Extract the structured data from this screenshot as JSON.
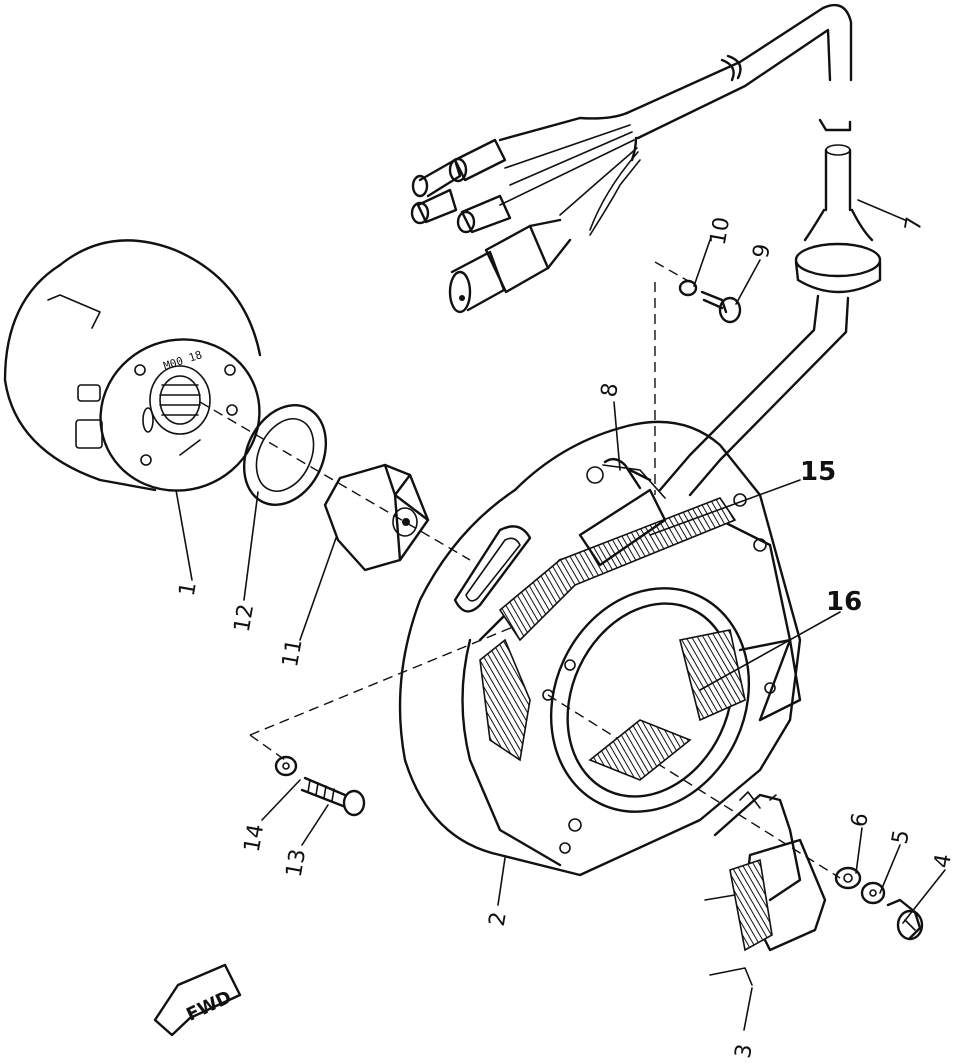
{
  "diagram": {
    "stamp_text": "M00 18",
    "direction_label": "FWD",
    "parts": [
      {
        "id": "1",
        "label": "1"
      },
      {
        "id": "2",
        "label": "2"
      },
      {
        "id": "3",
        "label": "3"
      },
      {
        "id": "4",
        "label": "4"
      },
      {
        "id": "5",
        "label": "5"
      },
      {
        "id": "6",
        "label": "6"
      },
      {
        "id": "7",
        "label": "7"
      },
      {
        "id": "8",
        "label": "8"
      },
      {
        "id": "9",
        "label": "9"
      },
      {
        "id": "10",
        "label": "10"
      },
      {
        "id": "11",
        "label": "11"
      },
      {
        "id": "12",
        "label": "12"
      },
      {
        "id": "13",
        "label": "13"
      },
      {
        "id": "14",
        "label": "14"
      },
      {
        "id": "15",
        "label": "15"
      },
      {
        "id": "16",
        "label": "16"
      }
    ]
  }
}
